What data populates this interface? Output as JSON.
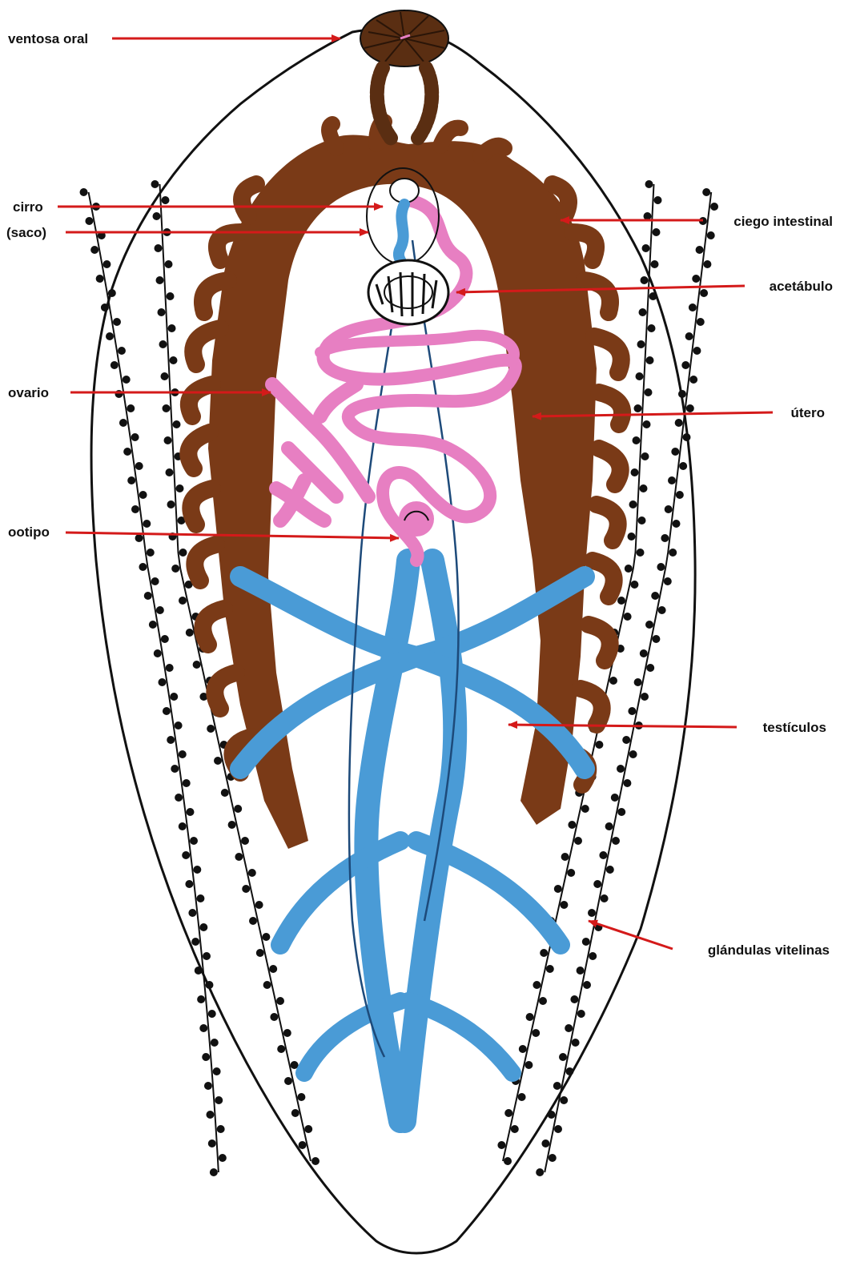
{
  "labels": {
    "ventosa_oral": "ventosa oral",
    "cirro": "cirro",
    "saco": "(saco)",
    "ovario": "ovario",
    "ootipo": "ootipo",
    "ciego_intestinal": "ciego intestinal",
    "acetabulo": "acetábulo",
    "utero": "útero",
    "testiculos": "testículos",
    "glandulas_vitelinas": "glándulas vitelinas"
  },
  "colors": {
    "arrow": "#d41a1a",
    "intestine": "#7a3a17",
    "sucker": "#5a2e12",
    "testis": "#4a9bd6",
    "uterus": "#e77fc2",
    "vitelline": "#111111",
    "outline": "#111111"
  }
}
